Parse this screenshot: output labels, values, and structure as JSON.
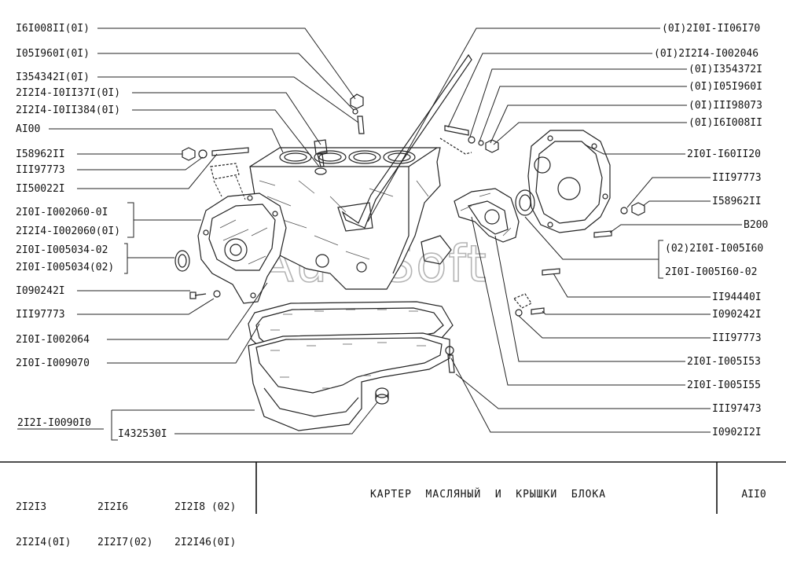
{
  "watermark": "AutoSoft",
  "callouts_left": [
    {
      "id": "l1",
      "text": "I6I008II(0I)"
    },
    {
      "id": "l2",
      "text": "I05I960I(0I)"
    },
    {
      "id": "l3",
      "text": "I354342I(0I)"
    },
    {
      "id": "l4",
      "text": "2I2I4-I0II37I(0I)"
    },
    {
      "id": "l5",
      "text": "2I2I4-I0II384(0I)"
    },
    {
      "id": "l6",
      "text": "AI00"
    },
    {
      "id": "l7",
      "text": "I58962II"
    },
    {
      "id": "l8",
      "text": "III97773"
    },
    {
      "id": "l9",
      "text": "II50022I"
    },
    {
      "id": "l10",
      "text": "2I0I-I002060-0I"
    },
    {
      "id": "l11",
      "text": "2I2I4-I002060(0I)"
    },
    {
      "id": "l12",
      "text": "2I0I-I005034-02"
    },
    {
      "id": "l13",
      "text": "2I0I-I005034(02)"
    },
    {
      "id": "l14",
      "text": "I090242I"
    },
    {
      "id": "l15",
      "text": "III97773"
    },
    {
      "id": "l16",
      "text": "2I0I-I002064"
    },
    {
      "id": "l17",
      "text": "2I0I-I009070"
    },
    {
      "id": "l18",
      "text": "2I2I-I0090I0"
    },
    {
      "id": "l19",
      "text": "I432530I"
    }
  ],
  "callouts_right": [
    {
      "id": "r1",
      "text": "(0I)2I0I-II06I70"
    },
    {
      "id": "r2",
      "text": "(0I)2I2I4-I002046"
    },
    {
      "id": "r3",
      "text": "(0I)I354372I"
    },
    {
      "id": "r4",
      "text": "(0I)I05I960I"
    },
    {
      "id": "r5",
      "text": "(0I)III98073"
    },
    {
      "id": "r6",
      "text": "(0I)I6I008II"
    },
    {
      "id": "r7",
      "text": "2I0I-I60II20"
    },
    {
      "id": "r8",
      "text": "III97773"
    },
    {
      "id": "r9",
      "text": "I58962II"
    },
    {
      "id": "r10",
      "text": "B200"
    },
    {
      "id": "r11",
      "text": "(02)2I0I-I005I60"
    },
    {
      "id": "r12",
      "text": "2I0I-I005I60-02"
    },
    {
      "id": "r13",
      "text": "II94440I"
    },
    {
      "id": "r14",
      "text": "I090242I"
    },
    {
      "id": "r15",
      "text": "III97773"
    },
    {
      "id": "r16",
      "text": "2I0I-I005I53"
    },
    {
      "id": "r17",
      "text": "2I0I-I005I55"
    },
    {
      "id": "r18",
      "text": "III97473"
    },
    {
      "id": "r19",
      "text": "I0902I2I"
    }
  ],
  "footer": {
    "models": [
      {
        "line1": "2I2I3",
        "line2": "2I2I4(0I)"
      },
      {
        "line1": "2I2I6",
        "line2": "2I2I7(02)"
      },
      {
        "line1": "2I2I8 (02)",
        "line2": "2I2I46(0I)"
      }
    ],
    "title": "КАРТЕР  МАСЛЯНЫЙ  И  КРЫШКИ  БЛОКА",
    "sheet": "AII0"
  }
}
